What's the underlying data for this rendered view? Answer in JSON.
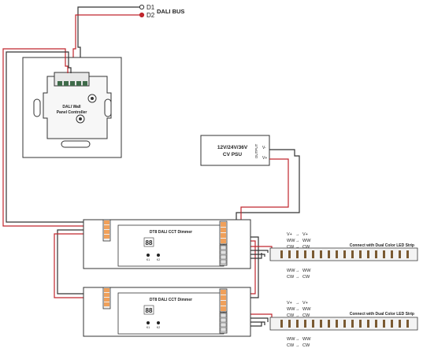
{
  "bus": {
    "d1": "D1",
    "d2": "D2",
    "label": "DALI BUS"
  },
  "panel": {
    "title_line1": "DALI Wall",
    "title_line2": "Panel Controller"
  },
  "psu": {
    "title_line1": "12V/24V/36V",
    "title_line2": "CV PSU",
    "output_label": "OUTPUT",
    "v_minus": "V-",
    "v_plus": "V+"
  },
  "dimmers": [
    {
      "title": "DT8 DALI CCT Dimmer",
      "display": "88",
      "key1": "K1",
      "key2": "K2"
    },
    {
      "title": "DT8 DALI CCT Dimmer",
      "display": "88",
      "key1": "K1",
      "key2": "K2"
    }
  ],
  "strip": {
    "title": "Connect with Dual Color LED Strip",
    "vplus": "V+",
    "ww": "WW",
    "cw": "CW",
    "arrow": "→"
  },
  "colors": {
    "wire_red": "#c0262d",
    "wire_black": "#333333",
    "terminal_orange": "#f0a05a",
    "terminal_green": "#3f6b4a",
    "led_dark": "#7a5a32"
  }
}
